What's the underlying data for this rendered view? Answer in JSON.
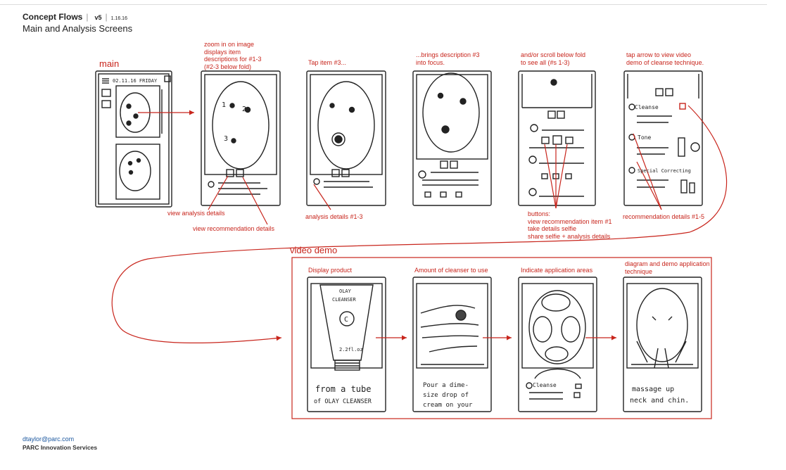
{
  "header": {
    "title": "Concept Flows",
    "version": "v5",
    "date": "1.16.16",
    "subtitle": "Main and Analysis Screens"
  },
  "sections": {
    "main": "main",
    "video_demo": "video demo"
  },
  "notes": {
    "zoom_line1": "zoom in on image",
    "zoom_line2": "displays item",
    "zoom_line3": "descriptions for #1-3",
    "zoom_line4": "(#2-3 below fold)",
    "tap_item": "Tap  item #3...",
    "brings_line1": "...brings description #3",
    "brings_line2": "into focus.",
    "scroll_line1": "and/or scroll below fold",
    "scroll_line2": "to see all (#s 1-3)",
    "arrow_line1": "tap arrow to view video",
    "arrow_line2": "demo of cleanse technique.",
    "view_analysis": "view analysis details",
    "view_recommendation": "view recommendation details",
    "analysis_details": "analysis details #1-3",
    "buttons_line1": "buttons:",
    "buttons_line2": "view recommendation item #1",
    "buttons_line3": "take details selfie",
    "buttons_line4": "share selfie + analysis details",
    "recommendation_details": "recommendation details #1-5",
    "display_product": "Display product",
    "amount_cleanser": "Amount of cleanser to use",
    "indicate_areas": "Indicate application areas",
    "diagram_line1": "diagram and demo application",
    "diagram_line2": "technique"
  },
  "sketch_text": {
    "date_bar": "02.11.16  FRIDAY",
    "cleanse": "Cleanse",
    "tone": "Tone",
    "special": "Special Correcting",
    "olay": "OLAY",
    "cleanser": "CLEANSER",
    "c_logo": "C",
    "size": "2.2fl.oz",
    "caption1_line1": "from a tube",
    "caption1_line2": "of OLAY CLEANSER",
    "caption2_line1": "Pour a dime-",
    "caption2_line2": "size drop of",
    "caption2_line3": "cream on your",
    "caption4_line1": "massage up",
    "caption4_line2": "neck and chin.",
    "n1": "1",
    "n2": "2",
    "n3": "3"
  },
  "footer": {
    "email": "dtaylor@parc.com",
    "org": "PARC Innovation Services"
  },
  "colors": {
    "accent": "#c8251c",
    "link": "#1f5aa0",
    "ink": "#222222"
  }
}
